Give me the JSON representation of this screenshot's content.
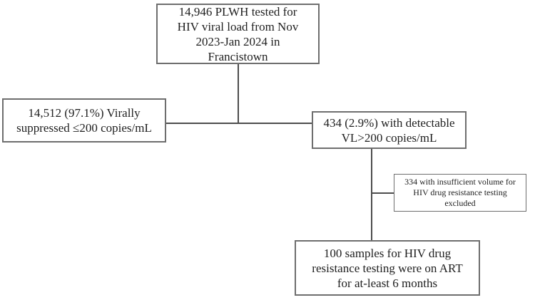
{
  "diagram": {
    "type": "study-flowchart",
    "boxes": {
      "top": {
        "text": "14,946 PLWH tested for\nHIV viral load from Nov\n2023-Jan 2024 in\nFrancistown"
      },
      "left": {
        "text": "14,512 (97.1%) Virally\nsuppressed ≤200 copies/mL"
      },
      "right": {
        "text": "434 (2.9%) with detectable\nVL>200 copies/mL"
      },
      "excluded": {
        "text": "334 with insufficient volume for\nHIV drug resistance testing\nexcluded"
      },
      "bottom": {
        "text": "100 samples for HIV drug\nresistance testing were on ART\nfor at-least 6 months"
      }
    },
    "colors": {
      "background": "#ffffff",
      "box_border": "#6e6e6e",
      "connector_line": "#4d4d4d",
      "text": "#1f1f1f"
    }
  }
}
